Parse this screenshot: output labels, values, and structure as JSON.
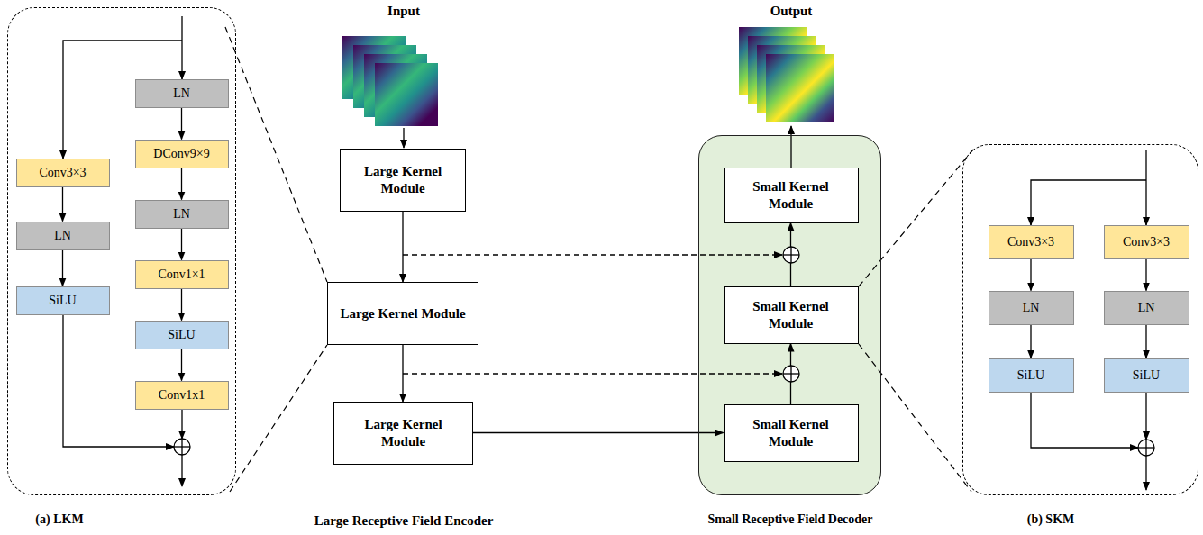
{
  "diagram": {
    "nodes": [
      {
        "text": [
          "(a) LKM"
        ]
      },
      {
        "text": [
          "Conv3×3"
        ],
        "in": 0
      },
      {
        "text": [
          "LN"
        ],
        "in": 0
      },
      {
        "text": [
          "SiLU"
        ],
        "in": 0
      },
      {
        "text": [
          "LN"
        ],
        "in": 0
      },
      {
        "text": [
          "DConv9×9"
        ],
        "in": 0
      },
      {
        "text": [
          "LN"
        ],
        "in": 0
      },
      {
        "text": [
          "Conv1×1"
        ],
        "in": 0
      },
      {
        "text": [
          "SiLU"
        ],
        "in": 0
      },
      {
        "text": [
          "Conv1x1"
        ],
        "in": 0
      },
      {
        "text": [
          "Large Kernel Module"
        ]
      },
      {
        "text": [
          "Large Kernel Module"
        ]
      },
      {
        "text": [
          "Large Kernel Module"
        ]
      },
      {
        "text": [
          "Small Receptive Field Decoder"
        ]
      },
      {
        "text": [
          "Small Kernel Module"
        ],
        "in": 13
      },
      {
        "text": [
          "Small Kernel Module"
        ],
        "in": 13
      },
      {
        "text": [
          "Small Kernel Module"
        ],
        "in": 13
      },
      {
        "text": [
          "(b) SKM"
        ]
      },
      {
        "text": [
          "Conv3×3"
        ],
        "in": 17
      },
      {
        "text": [
          "LN"
        ],
        "in": 17
      },
      {
        "text": [
          "SiLU"
        ],
        "in": 17
      },
      {
        "text": [
          "Conv3×3"
        ],
        "in": 17
      },
      {
        "text": [
          "LN"
        ],
        "in": 17
      },
      {
        "text": [
          "SiLU"
        ],
        "in": 17
      }
    ],
    "edges": [
      {
        "from": 1,
        "to": 2,
        "arrow": "to"
      },
      {
        "from": 2,
        "to": 3,
        "arrow": "to"
      },
      {
        "from": 4,
        "to": 5,
        "arrow": "to"
      },
      {
        "from": 5,
        "to": 6,
        "arrow": "to"
      },
      {
        "from": 6,
        "to": 7,
        "arrow": "to"
      },
      {
        "from": 7,
        "to": 8,
        "arrow": "to"
      },
      {
        "from": 8,
        "to": 9,
        "arrow": "to"
      },
      {
        "from": 10,
        "to": 11,
        "arrow": "to"
      },
      {
        "from": 11,
        "to": 12,
        "arrow": "to"
      },
      {
        "from": 12,
        "to": 16,
        "arrow": "to"
      },
      {
        "from": 16,
        "to": 15,
        "arrow": "to"
      },
      {
        "from": 15,
        "to": 14,
        "arrow": "to"
      },
      {
        "from": 18,
        "to": 19,
        "arrow": "to"
      },
      {
        "from": 19,
        "to": 20,
        "arrow": "to"
      },
      {
        "from": 21,
        "to": 22,
        "arrow": "to"
      },
      {
        "from": 22,
        "to": 23,
        "arrow": "to"
      }
    ],
    "labels": [
      "Input",
      "Output",
      "Large Receptive Field Encoder"
    ]
  }
}
